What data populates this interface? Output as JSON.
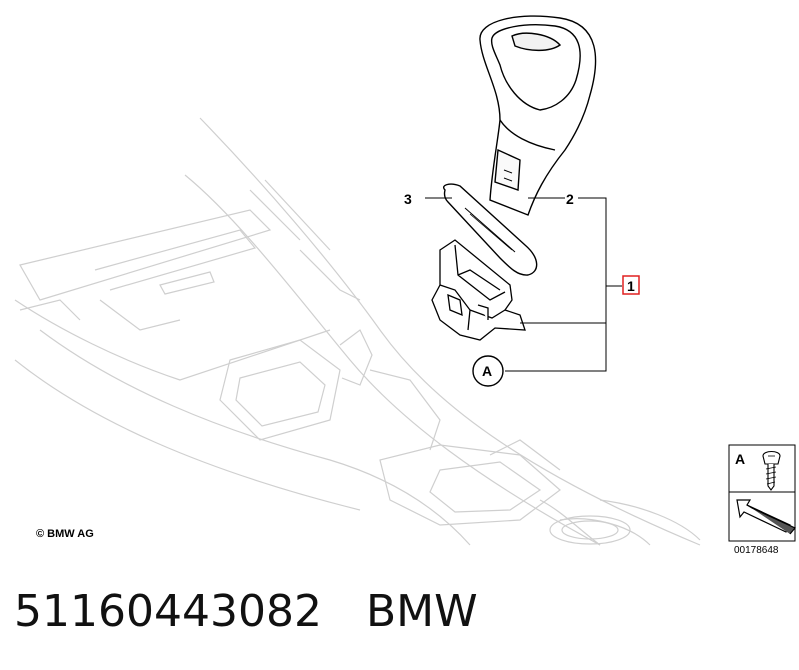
{
  "callouts": {
    "part_1": "1",
    "part_2": "2",
    "part_3": "3",
    "detail_a": "A"
  },
  "copyright": "© BMW AG",
  "legend": {
    "label_a": "A",
    "reference_code": "00178648"
  },
  "caption": {
    "part_number": "51160443082",
    "brand": "BMW"
  },
  "colors": {
    "line": "#000000",
    "faint_line": "#cfcfcf",
    "highlight_box": "#e02020"
  }
}
